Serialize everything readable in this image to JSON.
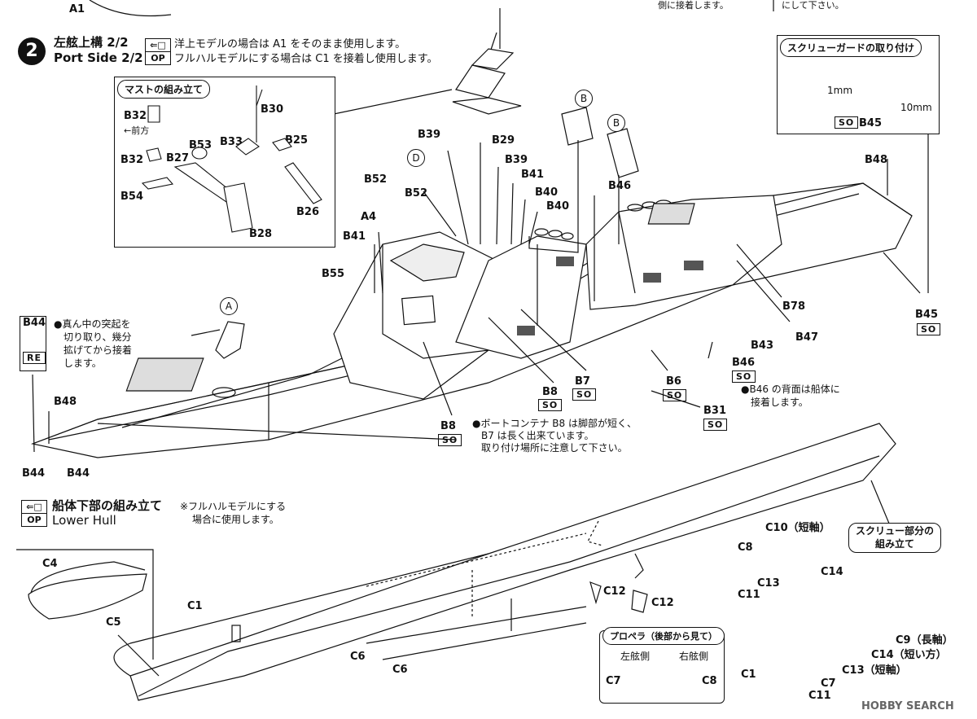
{
  "header": {
    "top_label_a1": "A1",
    "top_right_note_1": "側に接着します。",
    "top_right_note_2": "にして下さい。"
  },
  "step": {
    "number": "2",
    "title_jp": "左舷上構 2/2",
    "title_en": "Port Side 2/2",
    "op_top": "⇐□",
    "op_bottom": "OP",
    "instruction_1": "洋上モデルの場合は A1 をそのまま使用します。",
    "instruction_2": "フルハルモデルにする場合は C1 を接着し使用します。"
  },
  "mast_box": {
    "title": "マストの組み立て",
    "front_note": "←前方",
    "parts": [
      "B32",
      "B30",
      "B33",
      "B25",
      "B53",
      "B27",
      "B32",
      "B54",
      "B26",
      "B28"
    ]
  },
  "screw_guard_box": {
    "title": "スクリューガードの取り付け",
    "dim_1": "1mm",
    "dim_2": "10mm",
    "part": "B45",
    "so": "SO"
  },
  "main_labels": {
    "B39a": "B39",
    "B29": "B29",
    "B39b": "B39",
    "B41a": "B41",
    "B52a": "B52",
    "B52b": "B52",
    "B40a": "B40",
    "B40b": "B40",
    "A4": "A4",
    "B41b": "B41",
    "B55": "B55",
    "B46a": "B46",
    "B48a": "B48",
    "B78": "B78",
    "B47": "B47",
    "B43": "B43",
    "B45": "B45",
    "B46b": "B46",
    "B6": "B6",
    "B31": "B31",
    "B7": "B7",
    "B8a": "B8",
    "B8b": "B8",
    "B48b": "B48",
    "B44a": "B44",
    "B44b": "B44",
    "B44c": "B44",
    "circle_A": "A",
    "circle_B1": "B",
    "circle_B2": "B",
    "circle_D": "D",
    "so": "SO"
  },
  "b44_box": {
    "part": "B44",
    "re": "RE",
    "note_1": "●真ん中の突起を",
    "note_2": "切り取り、幾分",
    "note_3": "拡げてから接着",
    "note_4": "します。"
  },
  "b46_note": {
    "line_1": "●B46 の背面は船体に",
    "line_2": "接着します。"
  },
  "boat_note": {
    "line_1": "●ボートコンテナ B8 は脚部が短く、",
    "line_2": "B7 は長く出来ています。",
    "line_3": "取り付け場所に注意して下さい。"
  },
  "lower_hull": {
    "title_jp": "船体下部の組み立て",
    "title_en": "Lower Hull",
    "note_1": "※フルハルモデルにする",
    "note_2": "場合に使用します。",
    "op_top": "⇐□",
    "op_bottom": "OP",
    "labels": {
      "C4": "C4",
      "C5": "C5",
      "C1a": "C1",
      "C6a": "C6",
      "C6b": "C6",
      "C12a": "C12",
      "C12b": "C12"
    }
  },
  "screw_box": {
    "title_1": "スクリュー部分の",
    "title_2": "組み立て",
    "C10": "C10（短軸）",
    "C8": "C8",
    "C13a": "C13",
    "C14a": "C14",
    "C11a": "C11",
    "C9": "C9（長軸）",
    "C14b": "C14（短い方）",
    "C13b": "C13（短軸）",
    "C7": "C7",
    "C1": "C1",
    "C11b": "C11"
  },
  "propeller_box": {
    "title": "プロペラ（後部から見て）",
    "left": "左舷側",
    "right": "右舷側",
    "left_part": "C7",
    "right_part": "C8"
  },
  "watermark": "HOBBY SEARCH"
}
